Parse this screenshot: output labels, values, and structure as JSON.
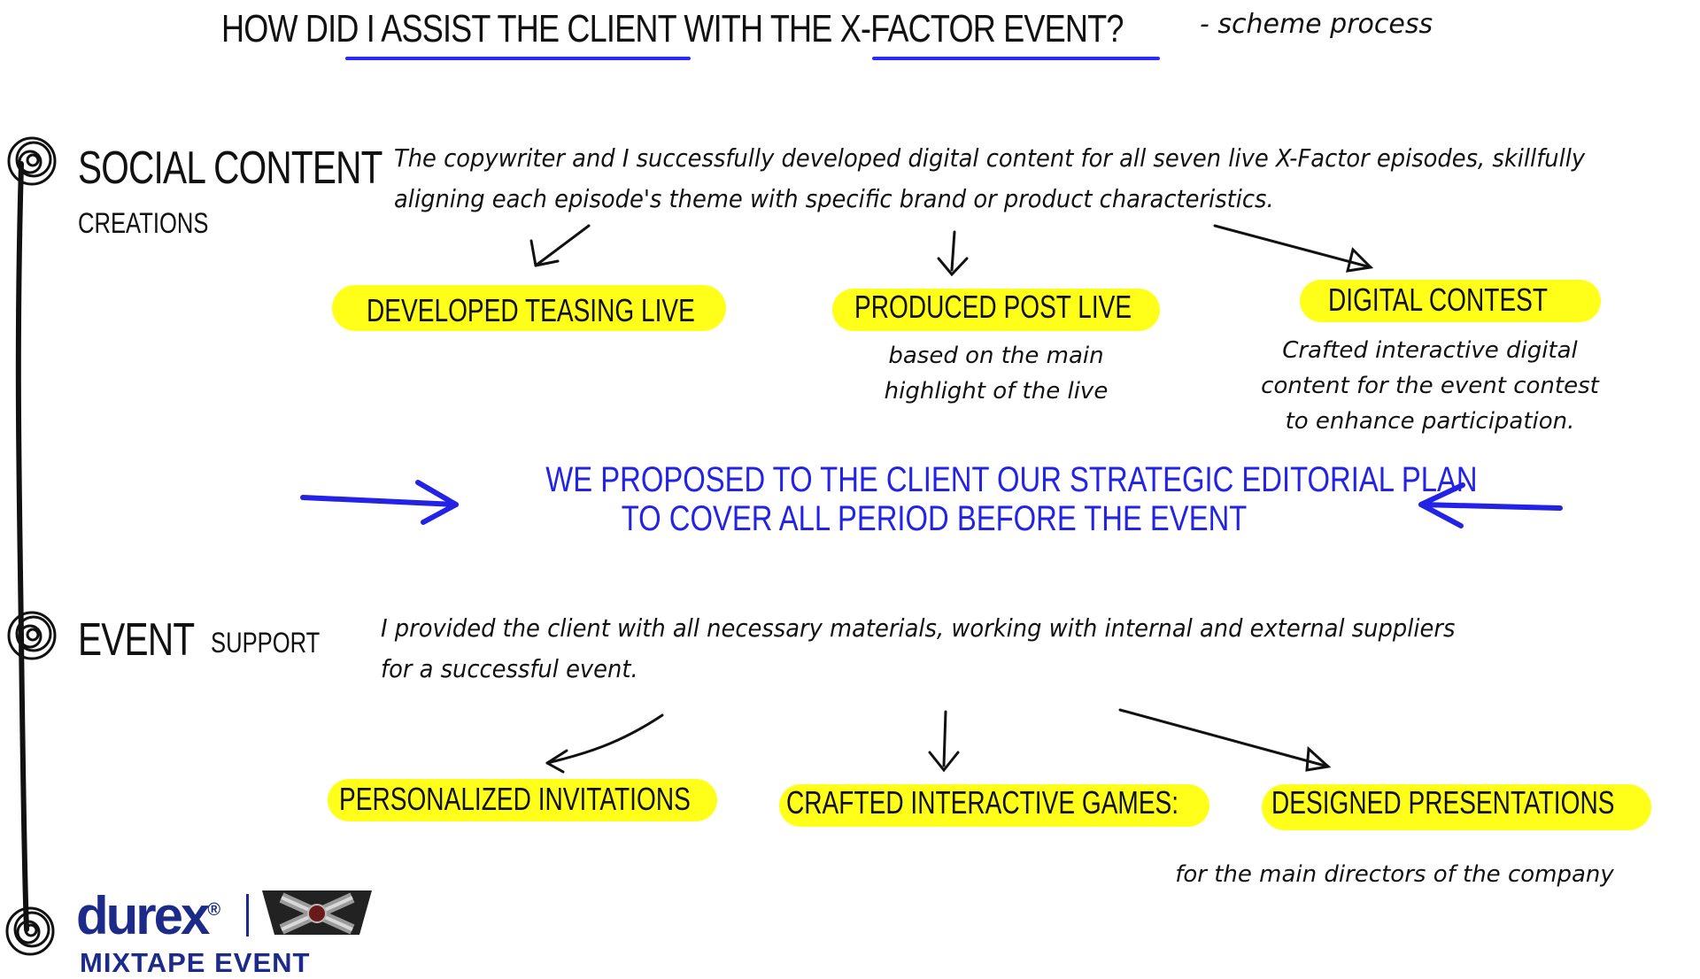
{
  "title": {
    "part1": "HOW DID I ",
    "part2": "ASSIST THE CLIENT",
    "part3": " WITH THE ",
    "part4": "X-FACTOR EVENT",
    "part5": "?",
    "subtitle": "- scheme process"
  },
  "sections": {
    "social": {
      "heading": "SOCIAL CONTENT",
      "subheading": "CREATIONS",
      "text_line1": "The copywriter and I successfully developed digital content for all seven live X-Factor episodes, skillfully",
      "text_line2": "aligning each episode's theme with specific brand or product characteristics.",
      "items": [
        {
          "label": "DEVELOPED TEASING LIVE",
          "note": ""
        },
        {
          "label": "PRODUCED POST LIVE",
          "note_line1": "based on the main",
          "note_line2": "highlight of the live"
        },
        {
          "label": "DIGITAL CONTEST",
          "note_line1": "Crafted interactive digital",
          "note_line2": "content for the event contest",
          "note_line3": "to enhance participation."
        }
      ]
    },
    "proposal": {
      "line1": "WE PROPOSED TO THE CLIENT OUR STRATEGIC EDITORIAL PLAN",
      "line2": "TO COVER ALL PERIOD BEFORE THE EVENT"
    },
    "event": {
      "heading": "EVENT",
      "subheading": "SUPPORT",
      "text_line1": "I provided the client with all necessary materials, working with internal and external suppliers",
      "text_line2": "for a successful event.",
      "items": [
        {
          "label": "PERSONALIZED INVITATIONS"
        },
        {
          "label": "CRAFTED INTERACTIVE GAMES:"
        },
        {
          "label": "DESIGNED PRESENTATIONS",
          "note": "for the main directors of the company"
        }
      ]
    }
  },
  "logo": {
    "brand": "durex",
    "registered": "®",
    "event": "MIXTAPE EVENT"
  },
  "colors": {
    "highlight": "#ffff1a",
    "accent_blue": "#2323e6",
    "brand_navy": "#1c2a8a"
  }
}
